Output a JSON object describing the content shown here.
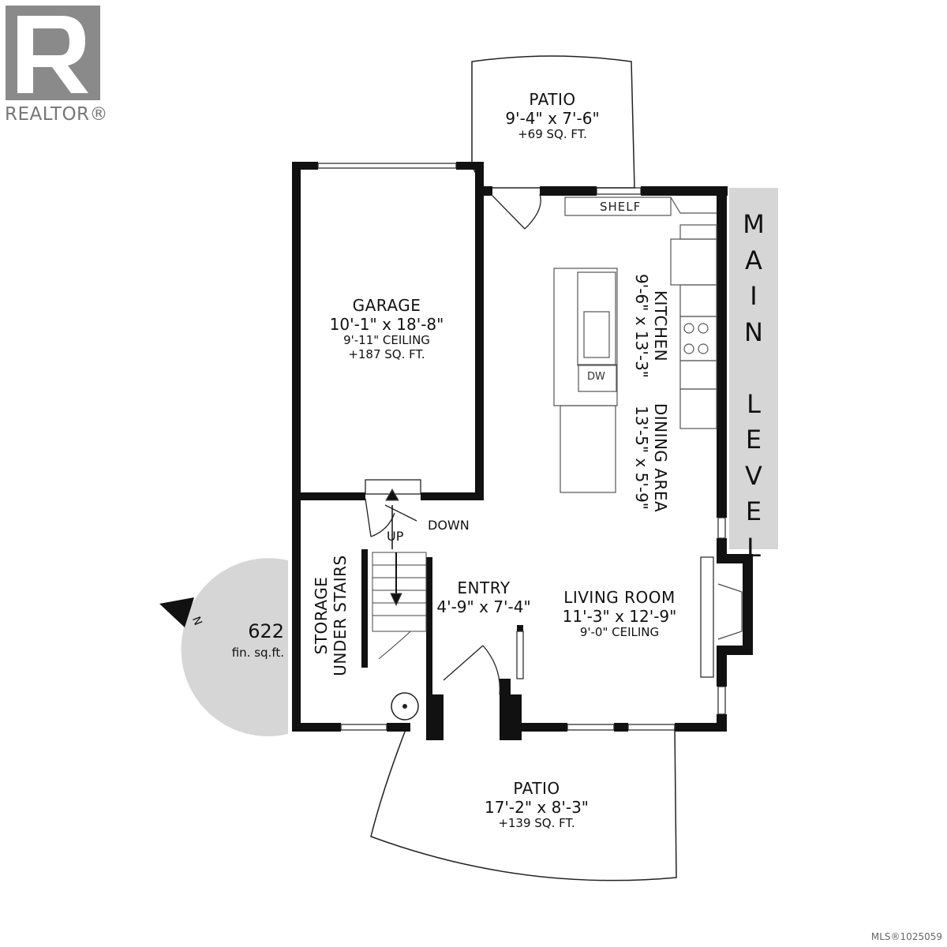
{
  "logo": {
    "wordmark": "REALTOR®",
    "mark_letter": "R"
  },
  "mls": "MLS®1025059",
  "level": {
    "letters": [
      "M",
      "A",
      "I",
      "N",
      "",
      "L",
      "E",
      "V",
      "E",
      "L"
    ]
  },
  "compass": {
    "north_label": "N",
    "area_value": "622",
    "area_unit": "fin. sq.ft."
  },
  "rooms": {
    "patio_top": {
      "name": "PATIO",
      "dims": "9'-4\" x 7'-6\"",
      "area": "+69 SQ. FT."
    },
    "garage": {
      "name": "GARAGE",
      "dims": "10'-1\" x 18'-8\"",
      "ceiling": "9'-11\" CEILING",
      "area": "+187 SQ. FT."
    },
    "kitchen": {
      "name": "KITCHEN",
      "dims": "9'-6\" x 13'-3\""
    },
    "dining": {
      "name": "DINING AREA",
      "dims": "13'-5\" x 5'-9\""
    },
    "entry": {
      "name": "ENTRY",
      "dims": "4'-9\" x 7'-4\""
    },
    "living": {
      "name": "LIVING ROOM",
      "dims": "11'-3\" x 12'-9\"",
      "ceiling": "9'-0\" CEILING"
    },
    "storage": {
      "line1": "STORAGE",
      "line2": "UNDER STAIRS"
    },
    "patio_bottom": {
      "name": "PATIO",
      "dims": "17'-2\" x 8'-3\"",
      "area": "+139 SQ. FT."
    }
  },
  "labels": {
    "shelf": "SHELF",
    "dw": "DW",
    "up": "UP",
    "down": "DOWN"
  }
}
